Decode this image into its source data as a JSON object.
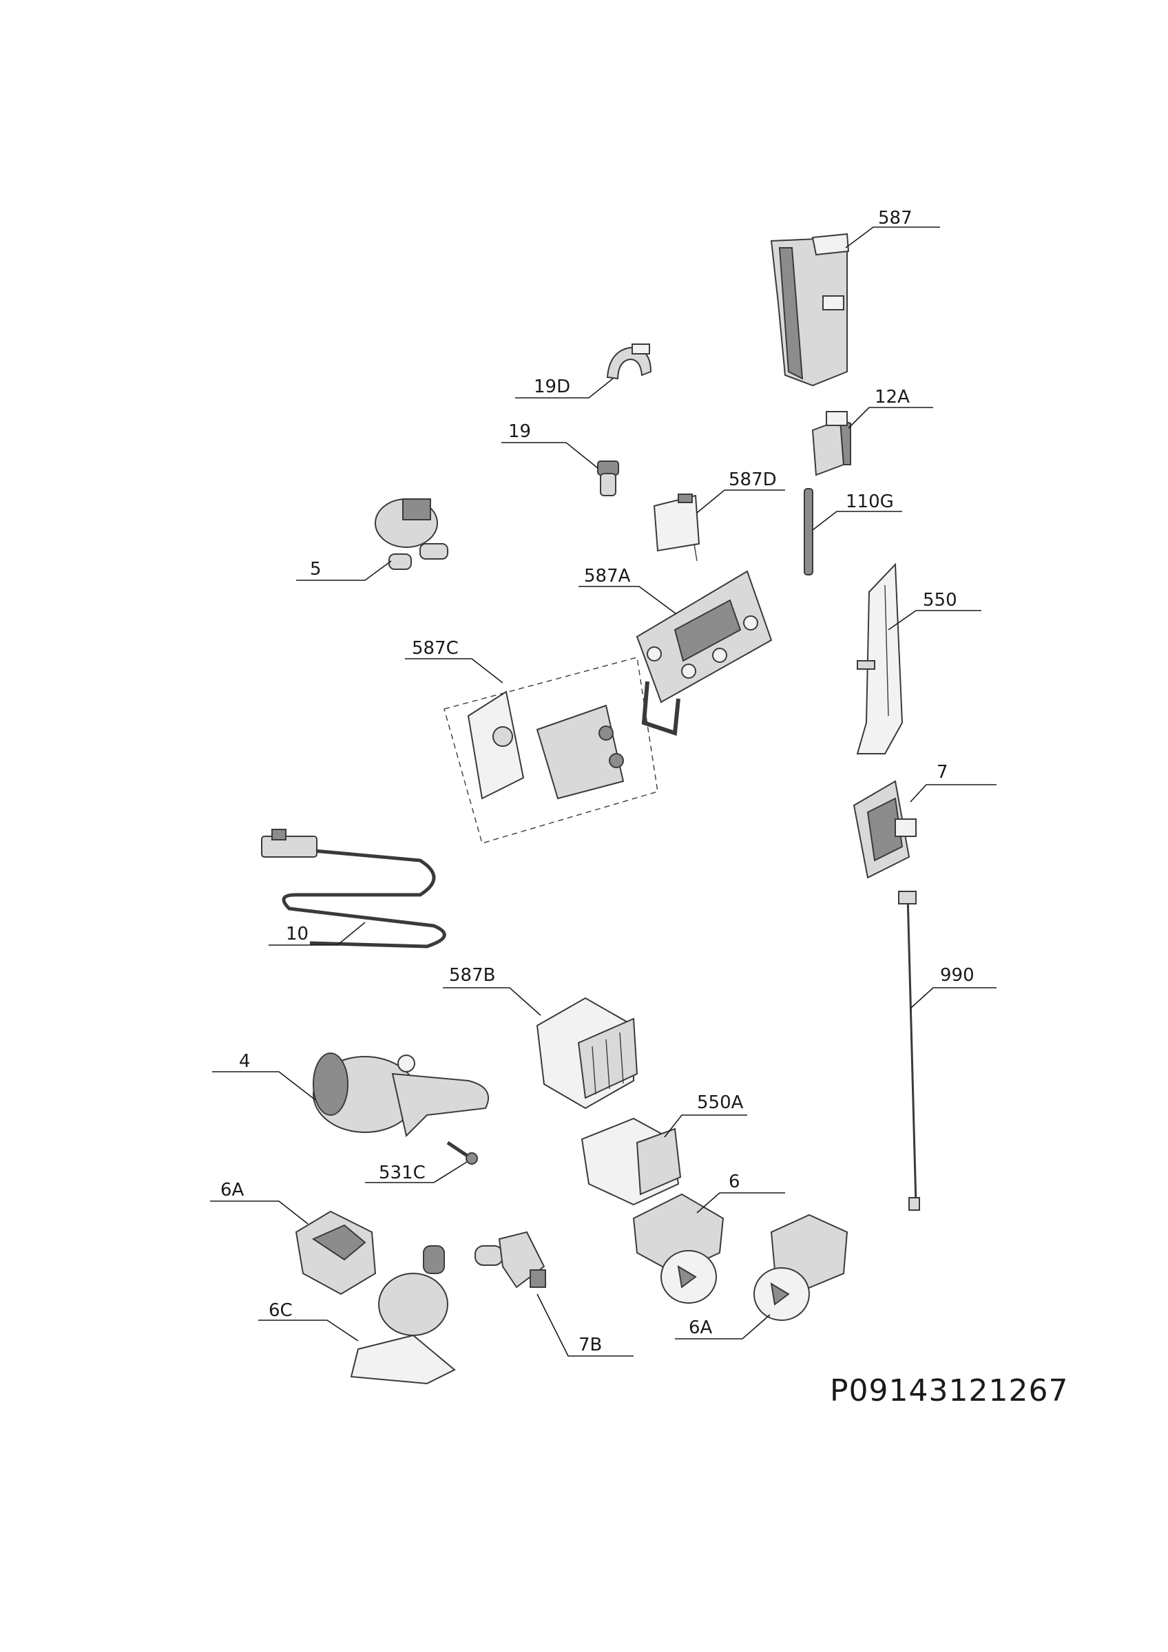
{
  "document_id": "P09143121267",
  "callouts": {
    "p587": "587",
    "p19D": "19D",
    "p12A": "12A",
    "p19": "19",
    "p587D": "587D",
    "p110G": "110G",
    "p5": "5",
    "p587A": "587A",
    "p550": "550",
    "p587C": "587C",
    "p7": "7",
    "p10": "10",
    "p990": "990",
    "p587B": "587B",
    "p4": "4",
    "p550A": "550A",
    "p531C": "531C",
    "p6A_top": "6A",
    "p6": "6",
    "p6C": "6C",
    "p6A_bottom": "6A",
    "p7B": "7B"
  }
}
